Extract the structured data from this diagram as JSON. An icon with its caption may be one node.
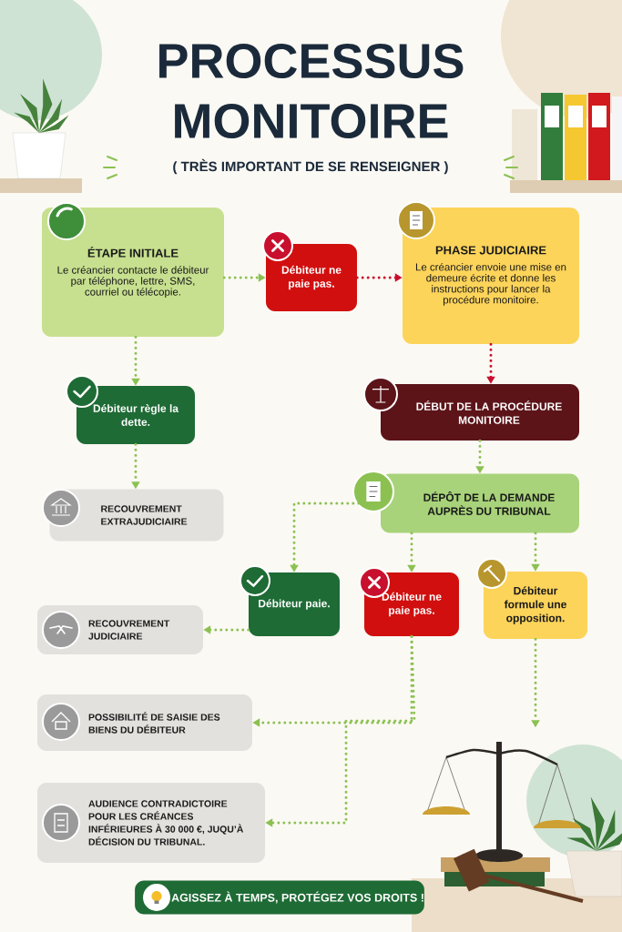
{
  "diagram": {
    "title": "PROCESSUS MONITOIRE",
    "nodes": [
      {
        "text": [
          "ÉTAPE INITIALE",
          "Le créancier contacte le débiteur par téléphone, lettre, SMS, courriel ou télécopie."
        ]
      },
      {
        "text": [
          "Débiteur ne paie pas."
        ]
      },
      {
        "text": [
          "PHASE JUDICIAIRE",
          "Le créancier envoie une mise en demeure écrite et donne les instructions pour lancer la procédure monitoire."
        ]
      },
      {
        "text": [
          "Débiteur règle la dette."
        ]
      },
      {
        "text": [
          "DÉBUT DE LA PROCÉDURE MONITOIRE"
        ]
      },
      {
        "text": [
          "RECOUVREMENT EXTRAJUDICIAIRE"
        ]
      },
      {
        "text": [
          "DÉPÔT DE LA DEMANDE AUPRÈS DU TRIBUNAL"
        ]
      },
      {
        "text": [
          "Débiteur paie."
        ]
      },
      {
        "text": [
          "Débiteur ne paie pas."
        ]
      },
      {
        "text": [
          "Débiteur formule une opposition."
        ]
      },
      {
        "text": [
          "RECOUVREMENT JUDICIAIRE"
        ]
      },
      {
        "text": [
          "POSSIBILITÉ DE SAISIE DES BIENS DU DÉBITEUR"
        ]
      },
      {
        "text": [
          "AUDIENCE CONTRADICTOIRE POUR LES CRÉANCES INFÉRIEURES À 30 000 €, JUQU’À DÉCISION DU TRIBUNAL."
        ]
      },
      {
        "text": [
          "AGISSEZ À TEMPS, PROTÉGEZ VOS DROITS !"
        ]
      },
      {
        "text": [],
        "shape": "picture"
      }
    ],
    "edges": [
      {
        "from": 0,
        "to": 1,
        "arrow": "to"
      },
      {
        "from": 1,
        "to": 2,
        "arrow": "to",
        "color": "#c8102e"
      },
      {
        "from": 0,
        "to": 3,
        "arrow": "to"
      },
      {
        "from": 2,
        "to": 4,
        "arrow": "to",
        "color": "#c8102e"
      },
      {
        "from": 3,
        "to": 5,
        "arrow": "to"
      },
      {
        "from": 4,
        "to": 6,
        "arrow": "to"
      },
      {
        "from": 6,
        "to": 7,
        "arrow": "to"
      },
      {
        "from": 6,
        "to": 8,
        "arrow": "to"
      },
      {
        "from": 6,
        "to": 9,
        "arrow": "to"
      },
      {
        "from": 7,
        "to": 10,
        "arrow": "to"
      },
      {
        "from": 8,
        "to": 11,
        "arrow": "to"
      },
      {
        "from": 8,
        "to": 12,
        "arrow": "to"
      },
      {
        "from": 9,
        "to": 14,
        "arrow": "to"
      }
    ],
    "labels": [
      "( TRÈS IMPORTANT DE SE RENSEIGNER )"
    ]
  }
}
